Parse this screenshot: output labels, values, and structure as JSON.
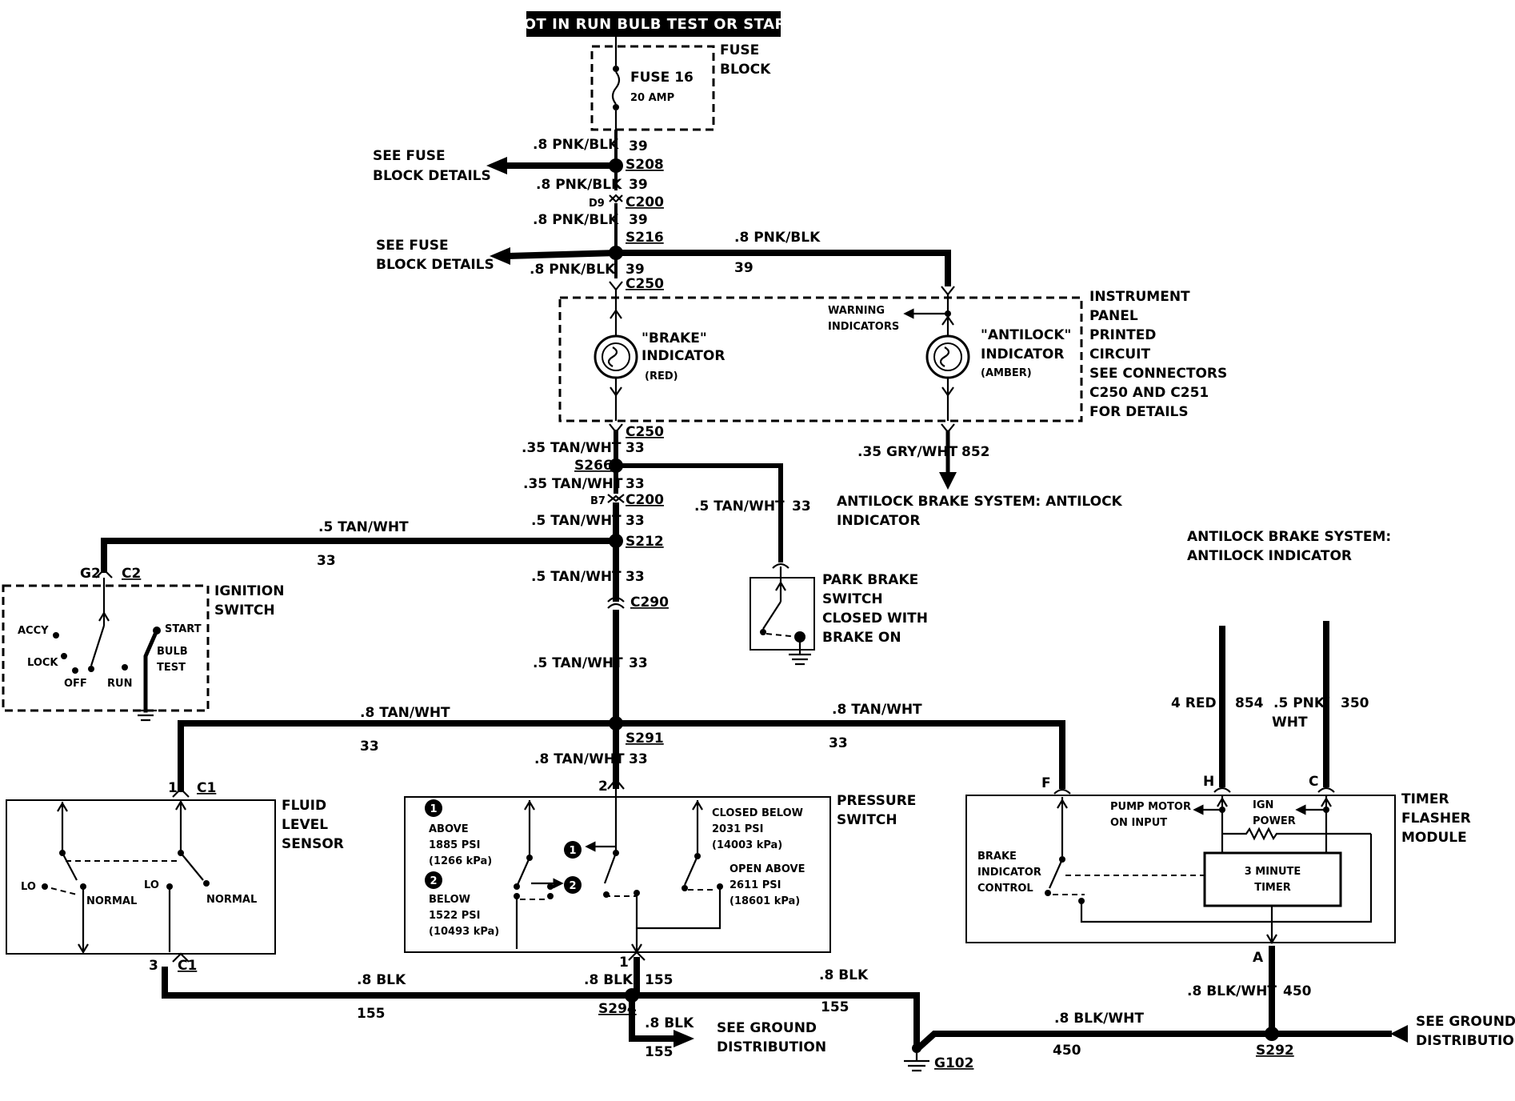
{
  "title": "HOT IN RUN BULB TEST OR START",
  "fuse_block": {
    "label_l1": "FUSE",
    "label_l2": "BLOCK",
    "fuse_name": "FUSE 16",
    "fuse_rating": "20 AMP"
  },
  "wires": {
    "pnk_blk": ".8 PNK/BLK",
    "c39": "39",
    "tan_wht_35": ".35 TAN/WHT",
    "tan_wht_5": ".5 TAN/WHT",
    "tan_wht_8": ".8 TAN/WHT",
    "c33": "33",
    "gry_wht": ".35 GRY/WHT",
    "c852": "852",
    "red4": "4 RED",
    "c854": "854",
    "pnk_wht_l1": ".5 PNK/",
    "pnk_wht_l2": "WHT",
    "c350": "350",
    "blk": ".8 BLK",
    "c155": "155",
    "blk_wht": ".8 BLK/WHT",
    "c450": "450"
  },
  "splices": {
    "s208": "S208",
    "s216": "S216",
    "s266": "S266",
    "s212": "S212",
    "s291": "S291",
    "s294": "S294",
    "s292": "S292"
  },
  "connectors": {
    "c200": "C200",
    "d9": "D9",
    "b7": "B7",
    "c250": "C250",
    "c290": "C290",
    "c2": "C2",
    "g2": "G2",
    "c1": "C1",
    "pin1": "1",
    "pin2": "2",
    "pin3": "3",
    "pin_f": "F",
    "pin_h": "H",
    "pin_c": "C",
    "pin_a": "A",
    "g102": "G102"
  },
  "refs": {
    "see_fuse_l1": "SEE FUSE",
    "see_fuse_l2": "BLOCK DETAILS",
    "see_ground_l1": "SEE GROUND",
    "see_ground_l2": "DISTRIBUTION",
    "abs_antilock_l1": "ANTILOCK BRAKE SYSTEM: ANTILOCK",
    "abs_antilock_l2": "INDICATOR",
    "abs_top_l1": "ANTILOCK BRAKE SYSTEM:",
    "abs_top_l2": "ANTILOCK INDICATOR"
  },
  "instrument_panel": {
    "l1": "INSTRUMENT",
    "l2": "PANEL",
    "l3": "PRINTED",
    "l4": "CIRCUIT",
    "l5": "SEE CONNECTORS",
    "l6": "C250 AND C251",
    "l7": "FOR DETAILS",
    "warning_l1": "WARNING",
    "warning_l2": "INDICATORS",
    "brake_l1": "\"BRAKE\"",
    "brake_l2": "INDICATOR",
    "brake_l3": "(RED)",
    "antilock_l1": "\"ANTILOCK\"",
    "antilock_l2": "INDICATOR",
    "antilock_l3": "(AMBER)"
  },
  "ignition_switch": {
    "l1": "IGNITION",
    "l2": "SWITCH",
    "accy": "ACCY",
    "lock": "LOCK",
    "off": "OFF",
    "run": "RUN",
    "start": "START",
    "bulb": "BULB",
    "test": "TEST"
  },
  "park_brake_switch": {
    "l1": "PARK BRAKE",
    "l2": "SWITCH",
    "l3": "CLOSED WITH",
    "l4": "BRAKE ON"
  },
  "fluid_level_sensor": {
    "l1": "FLUID",
    "l2": "LEVEL",
    "l3": "SENSOR",
    "lo": "LO",
    "normal": "NORMAL"
  },
  "pressure_switch": {
    "l1": "PRESSURE",
    "l2": "SWITCH",
    "n1": "1",
    "n2": "2",
    "above": "ABOVE",
    "above_psi": "1885 PSI",
    "above_kpa": "(1266 kPa)",
    "below": "BELOW",
    "below_psi": "1522 PSI",
    "below_kpa": "(10493 kPa)",
    "closed_below": "CLOSED BELOW",
    "closed_psi": "2031 PSI",
    "closed_kpa": "(14003 kPa)",
    "open_above": "OPEN ABOVE",
    "open_psi": "2611 PSI",
    "open_kpa": "(18601 kPa)"
  },
  "timer_module": {
    "l1": "TIMER",
    "l2": "FLASHER",
    "l3": "MODULE",
    "pump_l1": "PUMP MOTOR",
    "pump_l2": "ON INPUT",
    "ign_l1": "IGN",
    "ign_l2": "POWER",
    "bic_l1": "BRAKE",
    "bic_l2": "INDICATOR",
    "bic_l3": "CONTROL",
    "timer_l1": "3 MINUTE",
    "timer_l2": "TIMER"
  }
}
